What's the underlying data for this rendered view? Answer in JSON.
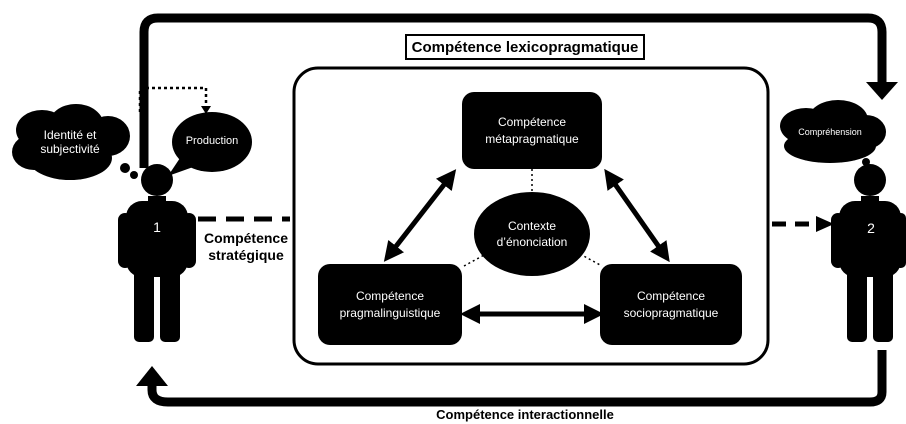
{
  "title": "Compétence lexicopragmatique",
  "center": {
    "meta": [
      "Compétence",
      "métapragmatique"
    ],
    "context": [
      "Contexte",
      "d’énonciation"
    ],
    "pragma": [
      "Compétence",
      "pragmalinguistique"
    ],
    "socio": [
      "Compétence",
      "sociopragmatique"
    ]
  },
  "left": {
    "bubble1": [
      "Identité et",
      "subjectivité"
    ],
    "bubble2": "Production",
    "person_number": "1",
    "strategic": [
      "Compétence",
      "stratégique"
    ]
  },
  "right": {
    "bubble": "Compréhension",
    "person_number": "2"
  },
  "bottom_label": "Compétence interactionnelle"
}
